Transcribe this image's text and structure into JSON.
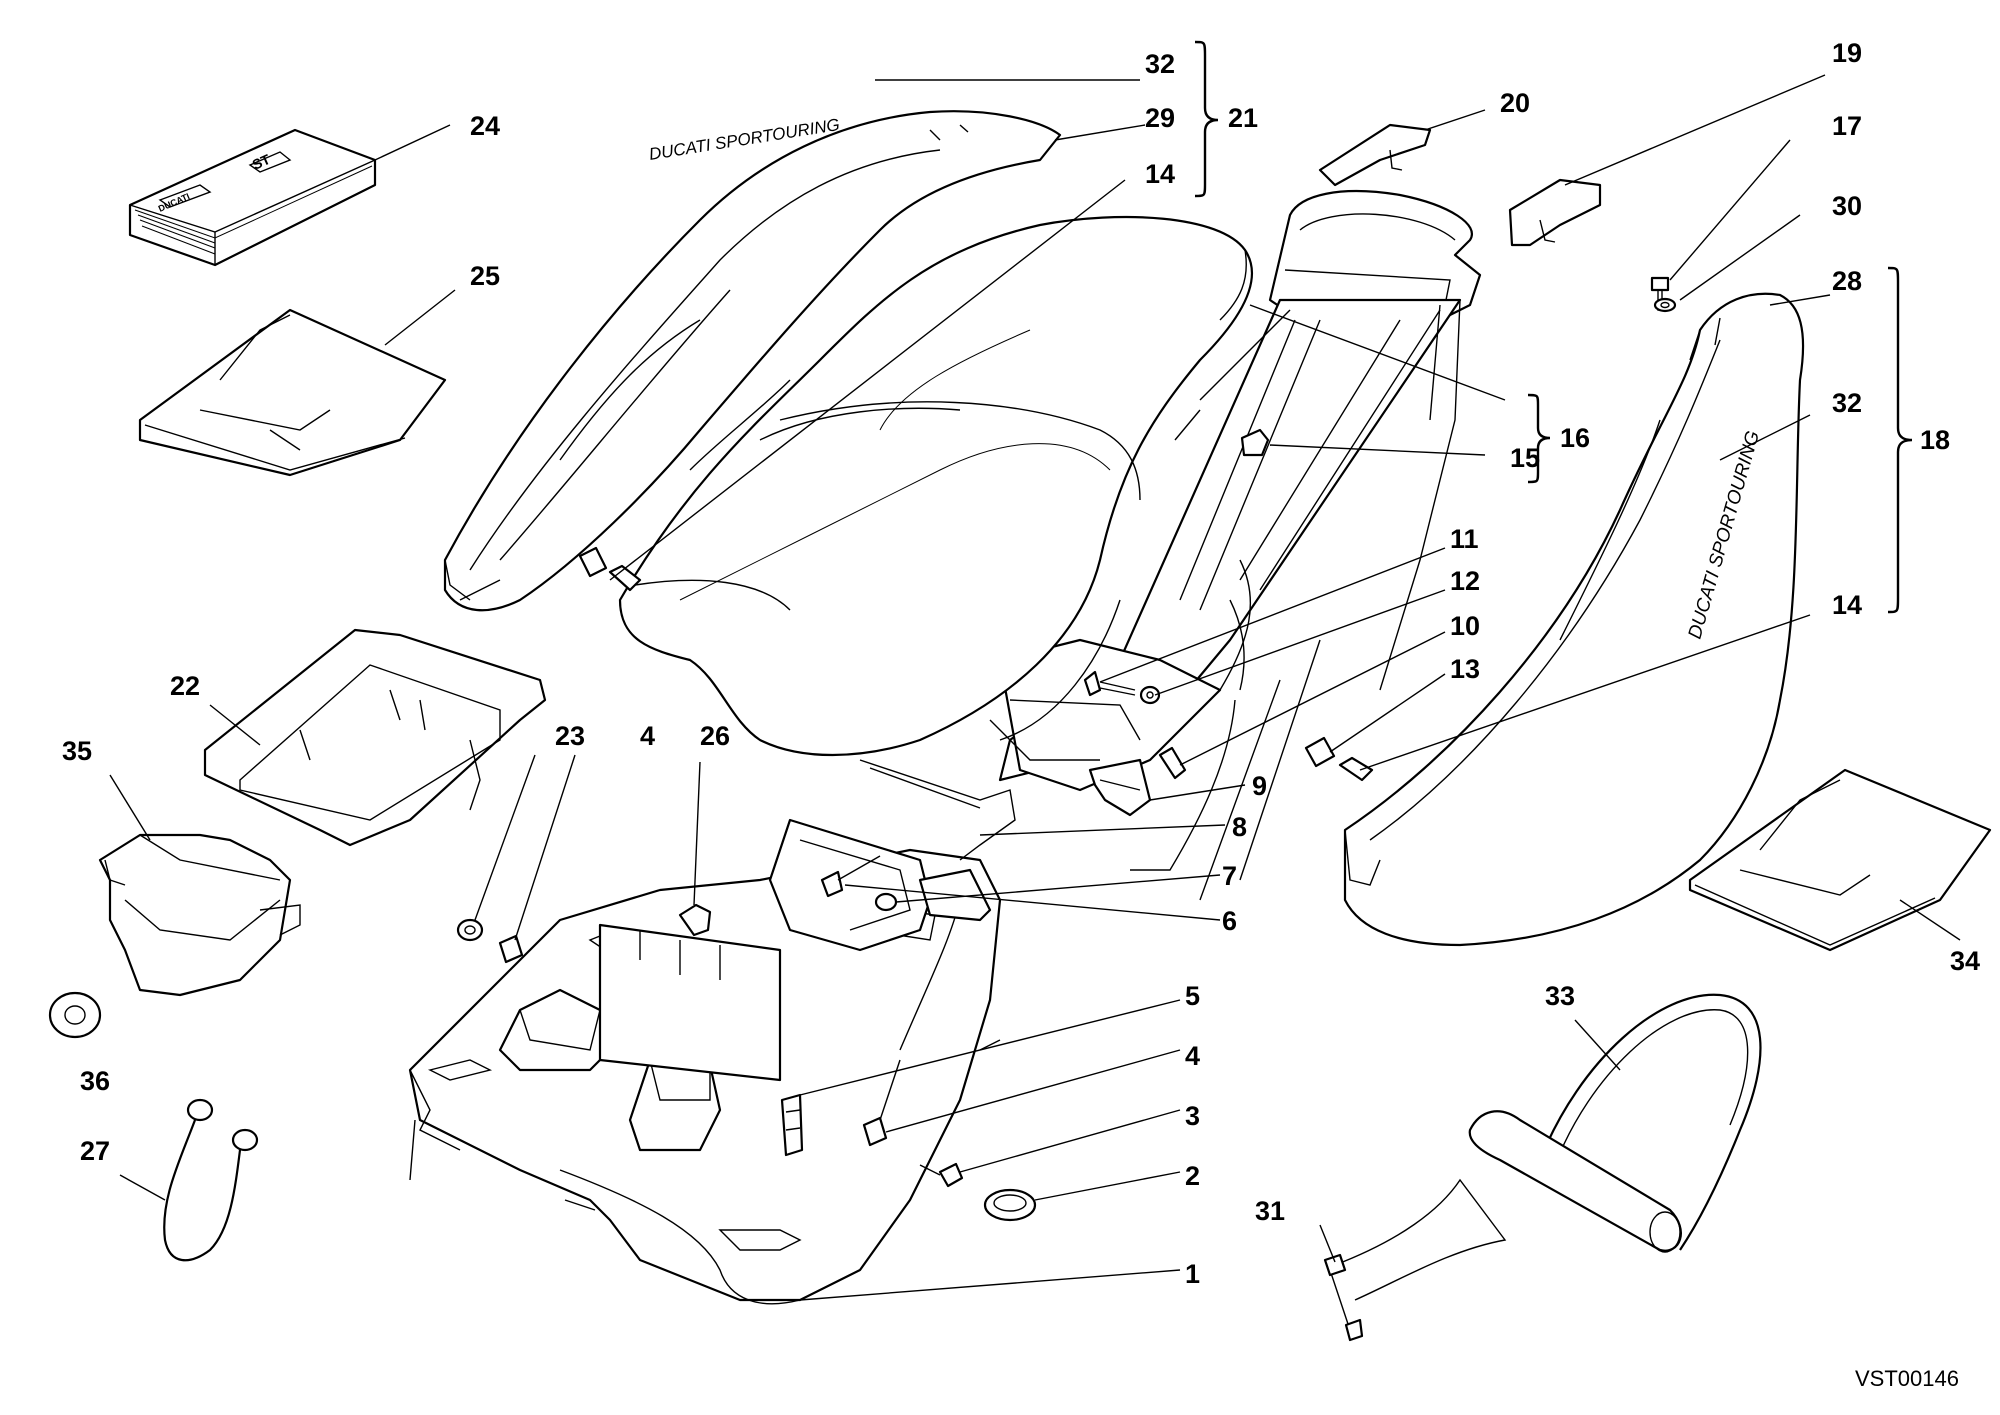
{
  "diagram": {
    "reference_code": "VST00146",
    "logo_lettering": [
      "DUCATI SPORTOURING",
      "DUCATI SPORTOURING",
      "ST",
      "DUCATI"
    ],
    "callouts": [
      {
        "number": "1"
      },
      {
        "number": "2"
      },
      {
        "number": "3"
      },
      {
        "number": "4"
      },
      {
        "number": "4"
      },
      {
        "number": "5"
      },
      {
        "number": "6"
      },
      {
        "number": "7"
      },
      {
        "number": "8"
      },
      {
        "number": "9"
      },
      {
        "number": "10"
      },
      {
        "number": "11"
      },
      {
        "number": "12"
      },
      {
        "number": "13"
      },
      {
        "number": "14"
      },
      {
        "number": "14"
      },
      {
        "number": "15"
      },
      {
        "number": "16"
      },
      {
        "number": "17"
      },
      {
        "number": "18"
      },
      {
        "number": "19"
      },
      {
        "number": "20"
      },
      {
        "number": "21"
      },
      {
        "number": "22"
      },
      {
        "number": "23"
      },
      {
        "number": "24"
      },
      {
        "number": "25"
      },
      {
        "number": "26"
      },
      {
        "number": "27"
      },
      {
        "number": "28"
      },
      {
        "number": "29"
      },
      {
        "number": "30"
      },
      {
        "number": "31"
      },
      {
        "number": "32"
      },
      {
        "number": "32"
      },
      {
        "number": "33"
      },
      {
        "number": "34"
      },
      {
        "number": "35"
      },
      {
        "number": "36"
      }
    ]
  }
}
